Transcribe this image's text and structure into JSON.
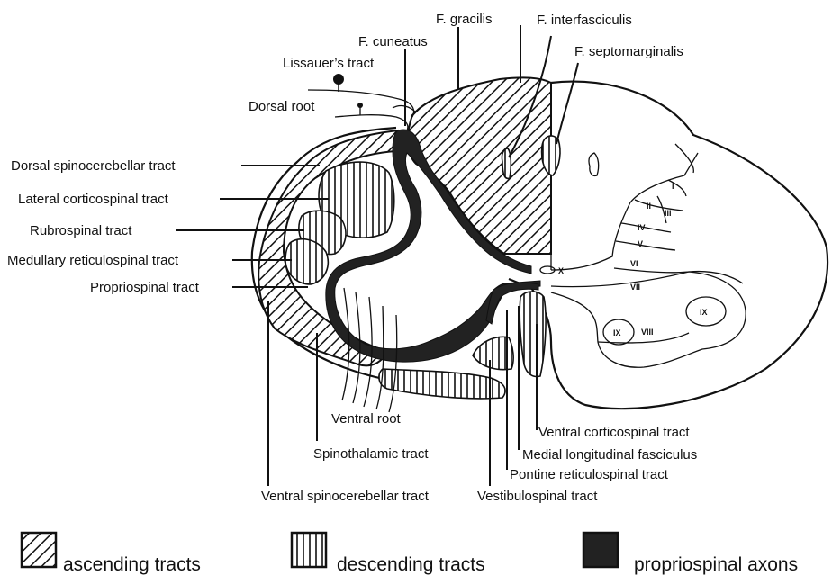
{
  "labels": {
    "f_gracilis": "F. gracilis",
    "f_interfasciculis": "F. interfasciculis",
    "f_cuneatus": "F. cuneatus",
    "f_septomarginalis": "F. septomarginalis",
    "lissauers_tract": "Lissauer’s tract",
    "dorsal_root": "Dorsal root",
    "dorsal_spinocerebellar": "Dorsal spinocerebellar tract",
    "lateral_corticospinal": "Lateral corticospinal tract",
    "rubrospinal": "Rubrospinal tract",
    "medullary_reticulospinal": "Medullary reticulospinal tract",
    "propriospinal": "Propriospinal tract",
    "ventral_root": "Ventral root",
    "spinothalamic": "Spinothalamic tract",
    "ventral_spinocerebellar": "Ventral spinocerebellar tract",
    "vestibulospinal": "Vestibulospinal tract",
    "pontine_reticulospinal": "Pontine reticulospinal tract",
    "medial_longitudinal": "Medial longitudinal fasciculus",
    "ventral_corticospinal": "Ventral corticospinal tract"
  },
  "laminae": {
    "i": "I",
    "ii": "II",
    "iii": "III",
    "iv": "IV",
    "v": "V",
    "vi": "VI",
    "vii": "VII",
    "viii": "VIII",
    "ix_a": "IX",
    "ix_b": "IX",
    "x": "X"
  },
  "legend": {
    "ascending": "ascending tracts",
    "descending": "descending tracts",
    "propriospinal_axons": "propriospinal axons"
  },
  "colors": {
    "ink": "#111111",
    "propriospinal_fill": "#222222",
    "background": "#ffffff"
  }
}
